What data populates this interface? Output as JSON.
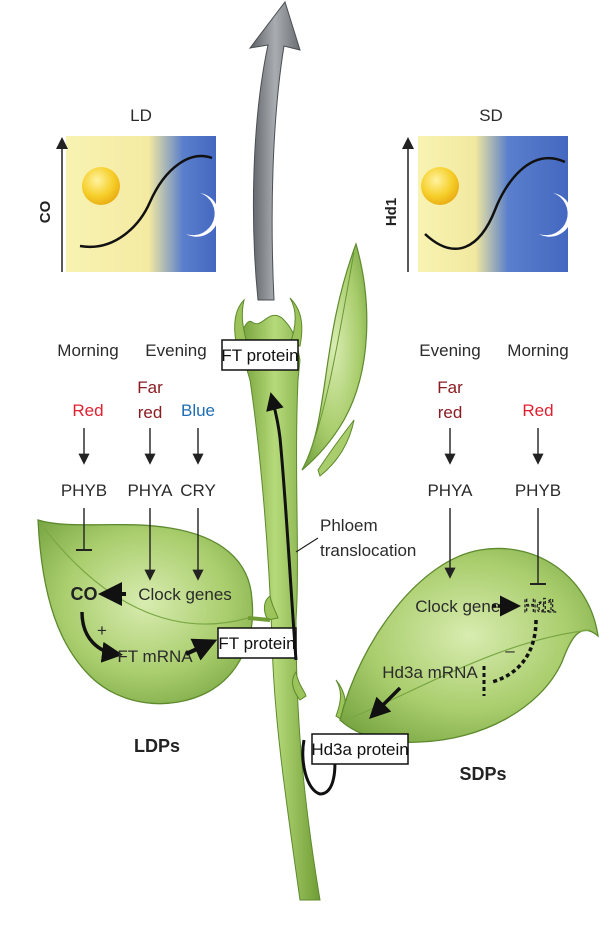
{
  "panels": {
    "ld": {
      "title": "LD",
      "axis": "CO"
    },
    "sd": {
      "title": "SD",
      "axis": "Hd1"
    }
  },
  "ldp": {
    "morning": "Morning",
    "evening": "Evening",
    "red": "Red",
    "far": "Far",
    "far_red_2": "red",
    "blue": "Blue",
    "phyb": "PHYB",
    "phya": "PHYA",
    "cry": "CRY",
    "co": "CO",
    "clock_genes": "Clock genes",
    "plus": "+",
    "ft_mrna": "FT mRNA",
    "ft_protein": "FT protein",
    "group_label": "LDPs"
  },
  "sdp": {
    "evening": "Evening",
    "morning": "Morning",
    "far": "Far",
    "far_red_2": "red",
    "red": "Red",
    "phya": "PHYA",
    "phyb": "PHYB",
    "clock_genes": "Clock genes",
    "hd1": "Hd1",
    "minus": "–",
    "hd3a_mrna": "Hd3a mRNA",
    "hd3a_protein": "Hd3a protein",
    "group_label": "SDPs"
  },
  "stem": {
    "top_label": "FT protein",
    "phloem_1": "Phloem",
    "phloem_2": "translocation"
  },
  "colors": {
    "day": "#f7f0a8",
    "night": "#4a6fc4",
    "sun": "#f4c21a",
    "leaf": "#9cc45a",
    "leaf_dark": "#6f9a3a",
    "stem": "#8bbd4a",
    "red": "#e02030",
    "far_red": "#8a1c22",
    "blue": "#1f6db5",
    "arrow_gray": "#7a7e82"
  },
  "icons": [
    "sun-icon",
    "moon-icon",
    "growth-arrow-icon"
  ]
}
